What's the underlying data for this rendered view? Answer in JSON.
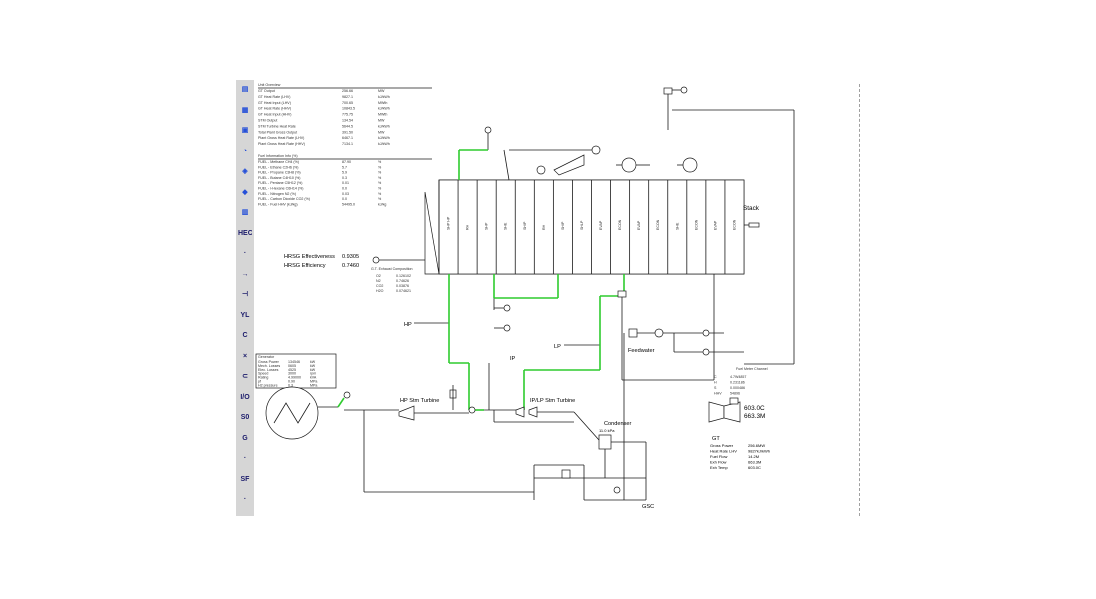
{
  "toolbar": {
    "buttons": [
      {
        "label": "▤",
        "icon": "sheet-icon"
      },
      {
        "label": "▦",
        "icon": "grid-icon"
      },
      {
        "label": "▣",
        "icon": "panel-icon"
      },
      {
        "label": "◔",
        "icon": "pipe-icon"
      },
      {
        "label": "◈",
        "icon": "node-icon"
      },
      {
        "label": "◆",
        "icon": "valve-icon"
      },
      {
        "label": "▥",
        "icon": "exchanger-icon"
      },
      {
        "label": "HEC",
        "icon": ""
      },
      {
        "label": "·",
        "icon": ""
      },
      {
        "label": "→",
        "icon": "arrow-right-icon"
      },
      {
        "label": "⊣",
        "icon": "link-icon"
      },
      {
        "label": "YL",
        "icon": ""
      },
      {
        "label": "C",
        "icon": ""
      },
      {
        "label": "×",
        "icon": "cross-icon"
      },
      {
        "label": "⊂",
        "icon": ""
      },
      {
        "label": "I/O",
        "icon": ""
      },
      {
        "label": "S0",
        "icon": ""
      },
      {
        "label": "G",
        "icon": ""
      },
      {
        "label": "·",
        "icon": ""
      },
      {
        "label": "SF",
        "icon": ""
      },
      {
        "label": "·",
        "icon": ""
      }
    ]
  },
  "overview": {
    "title": "Unit Overview",
    "rows": [
      {
        "label": "GT Output",
        "value": "256.66",
        "unit": "MW"
      },
      {
        "label": "GT Heat Rate (LHV)",
        "value": "9827.1",
        "unit": "kJ/kWh"
      },
      {
        "label": "GT Heat Input (LHV)",
        "value": "700.65",
        "unit": "MWth"
      },
      {
        "label": "GT Heat Rate (HHV)",
        "value": "10843.5",
        "unit": "kJ/kWh"
      },
      {
        "label": "GT Heat Input (HHV)",
        "value": "775.75",
        "unit": "MWth"
      },
      {
        "label": "STM Output",
        "value": "134.54",
        "unit": "MW"
      },
      {
        "label": "STM Turbine Heat Rate",
        "value": "5644.5",
        "unit": "kJ/kWh"
      },
      {
        "label": "Total Plant Gross Output",
        "value": "391.50",
        "unit": "MW"
      },
      {
        "label": "Plant Gross Heat Rate (LHV)",
        "value": "6467.1",
        "unit": "kJ/kWh"
      },
      {
        "label": "Plant Gross Heat Rate (HHV)",
        "value": "7134.1",
        "unit": "kJ/kWh"
      }
    ]
  },
  "fuel_info": {
    "title": "Fuel Information Info (%)",
    "rows": [
      {
        "label": "FUEL - Methane CH4 (%)",
        "value": "87.90",
        "unit": "%"
      },
      {
        "label": "FUEL - Ethane C2H6 (%)",
        "value": "5.7",
        "unit": "%"
      },
      {
        "label": "FUEL - Propane C3H8 (%)",
        "value": "5.9",
        "unit": "%"
      },
      {
        "label": "FUEL - Butane C4H10 (%)",
        "value": "0.3",
        "unit": "%"
      },
      {
        "label": "FUEL - Pentane C5H12 (%)",
        "value": "0.01",
        "unit": "%"
      },
      {
        "label": "FUEL - i-Hexane C6H14 (%)",
        "value": "0.0",
        "unit": "%"
      },
      {
        "label": "FUEL - Nitrogen N2 (%)",
        "value": "0.03",
        "unit": "%"
      },
      {
        "label": "FUEL - Carbon Dioxide CO2 (%)",
        "value": "0.0",
        "unit": "%"
      },
      {
        "label": "FUEL - Fuel HHV (kJ/kg)",
        "value": "54495.0",
        "unit": "kJ/kg"
      }
    ]
  },
  "hrsg": {
    "effectiveness_label": "HRSG Effectiveness",
    "effectiveness_value": "0.9305",
    "efficiency_label": "HRSG Efficiency",
    "efficiency_value": "0.7460",
    "gt_exhaust_label": "G.T. Exhaust Composition",
    "composition": [
      {
        "name": "O2",
        "value": "0.126102"
      },
      {
        "name": "N2",
        "value": "0.74626"
      },
      {
        "name": "CO2",
        "value": "0.03876"
      },
      {
        "name": "H2O",
        "value": "0.074621"
      }
    ],
    "sections": [
      "SHP HP",
      "RH",
      "SHP",
      "SHE",
      "SHIP",
      "RH",
      "SHIP",
      "SHLP",
      "EVAP",
      "ECON",
      "EVAP",
      "ECON",
      "SHE",
      "ECON",
      "EVAP",
      "ECON"
    ]
  },
  "labels": {
    "stack": "Stack",
    "hp": "HP",
    "ip": "IP",
    "lp": "LP",
    "feedwater": "Feedwater",
    "hp_turbine": "HP Stm Turbine",
    "iplp_turbine": "IP/LP Stm Turbine",
    "condenser": "Condenser",
    "condenser_pressure": "11.0 kPa",
    "gsc": "GSC"
  },
  "generator": {
    "title": "Generator",
    "rows": [
      {
        "label": "Gross Power",
        "value": "134546",
        "unit": "kW"
      },
      {
        "label": "Mech. Losses",
        "value": "0605",
        "unit": "kW"
      },
      {
        "label": "Elec. Losses",
        "value": "4525",
        "unit": "kW"
      },
      {
        "label": "Speed",
        "value": "3000",
        "unit": "rpm"
      },
      {
        "label": "Rating",
        "value": "4.99000",
        "unit": "kVA"
      },
      {
        "label": "pf",
        "value": "0.90",
        "unit": "MPa"
      },
      {
        "label": "H2 pressure",
        "value": "0.3",
        "unit": "MPa"
      }
    ]
  },
  "fuel_meter": {
    "title": "Fuel Meter Channel",
    "rows": [
      {
        "name": "C",
        "value": "4.7W4857"
      },
      {
        "name": "H",
        "value": "0.231186"
      },
      {
        "name": "S",
        "value": "0.000486"
      },
      {
        "name": "HHV",
        "value": "54896"
      }
    ]
  },
  "gt": {
    "exhaust_temp": "603.0C",
    "exhaust_flow": "663.3M",
    "title": "GT",
    "rows": [
      {
        "label": "Gross Power",
        "value": "256.6MW"
      },
      {
        "label": "Heat Rate LHV",
        "value": "9827kJ/kWh"
      },
      {
        "label": "Fuel Flow",
        "value": "14.2M"
      },
      {
        "label": "Exh Flow",
        "value": "663.3M"
      },
      {
        "label": "Exh Temp",
        "value": "603.0C"
      }
    ]
  },
  "colors": {
    "steam_line": "#2ecc2e",
    "pipe": "#1a1a1a",
    "toolbar_bg": "#d6d6d6"
  }
}
